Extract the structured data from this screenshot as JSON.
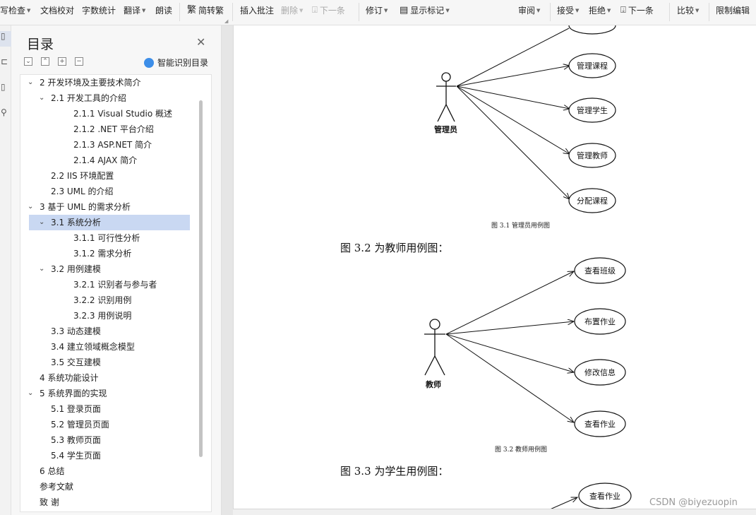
{
  "toolbar": {
    "items": [
      {
        "label": "写检查",
        "caret": true
      },
      {
        "label": "文档校对",
        "caret": false
      },
      {
        "label": "字数统计",
        "caret": false
      },
      {
        "label": "翻译",
        "caret": true
      },
      {
        "label": "朗读",
        "caret": false
      },
      {
        "label": "简转繁",
        "caret": false,
        "icon": "繁"
      },
      {
        "label": "插入批注",
        "caret": false
      },
      {
        "label": "删除",
        "caret": true,
        "disabled": true
      },
      {
        "label": "下一条",
        "caret": false,
        "disabled": true
      },
      {
        "label": "修订",
        "caret": true
      },
      {
        "label": "显示标记",
        "caret": true
      },
      {
        "label": "审阅",
        "caret": true
      },
      {
        "label": "接受",
        "caret": true
      },
      {
        "label": "拒绝",
        "caret": true
      },
      {
        "label": "下一条",
        "caret": false
      },
      {
        "label": "比较",
        "caret": true
      },
      {
        "label": "限制编辑",
        "caret": false
      }
    ]
  },
  "toc": {
    "title": "目录",
    "smart_label": "智能识别目录",
    "items": [
      {
        "label": "2  开发环境及主要技术简介",
        "level": 1,
        "expanded": true
      },
      {
        "label": "2.1  开发工具的介绍",
        "level": 2,
        "expanded": true
      },
      {
        "label": "2.1.1 Visual Studio 概述",
        "level": 3
      },
      {
        "label": "2.1.2 .NET 平台介绍",
        "level": 3
      },
      {
        "label": "2.1.3 ASP.NET 简介",
        "level": 3
      },
      {
        "label": "2.1.4 AJAX 简介",
        "level": 3
      },
      {
        "label": "2.2 IIS 环境配置",
        "level": 2
      },
      {
        "label": "2.3 UML 的介绍",
        "level": 2
      },
      {
        "label": "3  基于 UML 的需求分析",
        "level": 1,
        "expanded": true
      },
      {
        "label": "3.1  系统分析",
        "level": 2,
        "expanded": true,
        "selected": true
      },
      {
        "label": "3.1.1  可行性分析",
        "level": 3
      },
      {
        "label": "3.1.2  需求分析",
        "level": 3
      },
      {
        "label": "3.2  用例建模",
        "level": 2,
        "expanded": true
      },
      {
        "label": "3.2.1  识别者与参与者",
        "level": 3
      },
      {
        "label": "3.2.2  识别用例",
        "level": 3
      },
      {
        "label": "3.2.3  用例说明",
        "level": 3
      },
      {
        "label": "3.3  动态建模",
        "level": 2
      },
      {
        "label": "3.4  建立领域概念模型",
        "level": 2
      },
      {
        "label": "3.5  交互建模",
        "level": 2
      },
      {
        "label": "4  系统功能设计",
        "level": 1
      },
      {
        "label": "5  系统界面的实现",
        "level": 1,
        "expanded": true
      },
      {
        "label": "5.1  登录页面",
        "level": 2
      },
      {
        "label": "5.2  管理员页面",
        "level": 2
      },
      {
        "label": "5.3  教师页面",
        "level": 2
      },
      {
        "label": "5.4  学生页面",
        "level": 2
      },
      {
        "label": "6  总结",
        "level": 1
      },
      {
        "label": "参考文献",
        "level": 1
      },
      {
        "label": "致   谢",
        "level": 1
      }
    ]
  },
  "document": {
    "fig1": {
      "actor": "管理员",
      "usecases": [
        "管理课程",
        "管理学生",
        "管理教师",
        "分配课程"
      ],
      "caption": "图 3.1   管理员用例图"
    },
    "para2": "图 3.2 为教师用例图：",
    "fig2": {
      "actor": "教师",
      "usecases": [
        "查看班级",
        "布置作业",
        "修改信息",
        "查看作业"
      ],
      "caption": "图 3.2   教师用例图"
    },
    "para3": "图 3.3 为学生用例图：",
    "fig3": {
      "usecases": [
        "查看作业"
      ]
    }
  },
  "watermark": "CSDN @biyezuopin"
}
